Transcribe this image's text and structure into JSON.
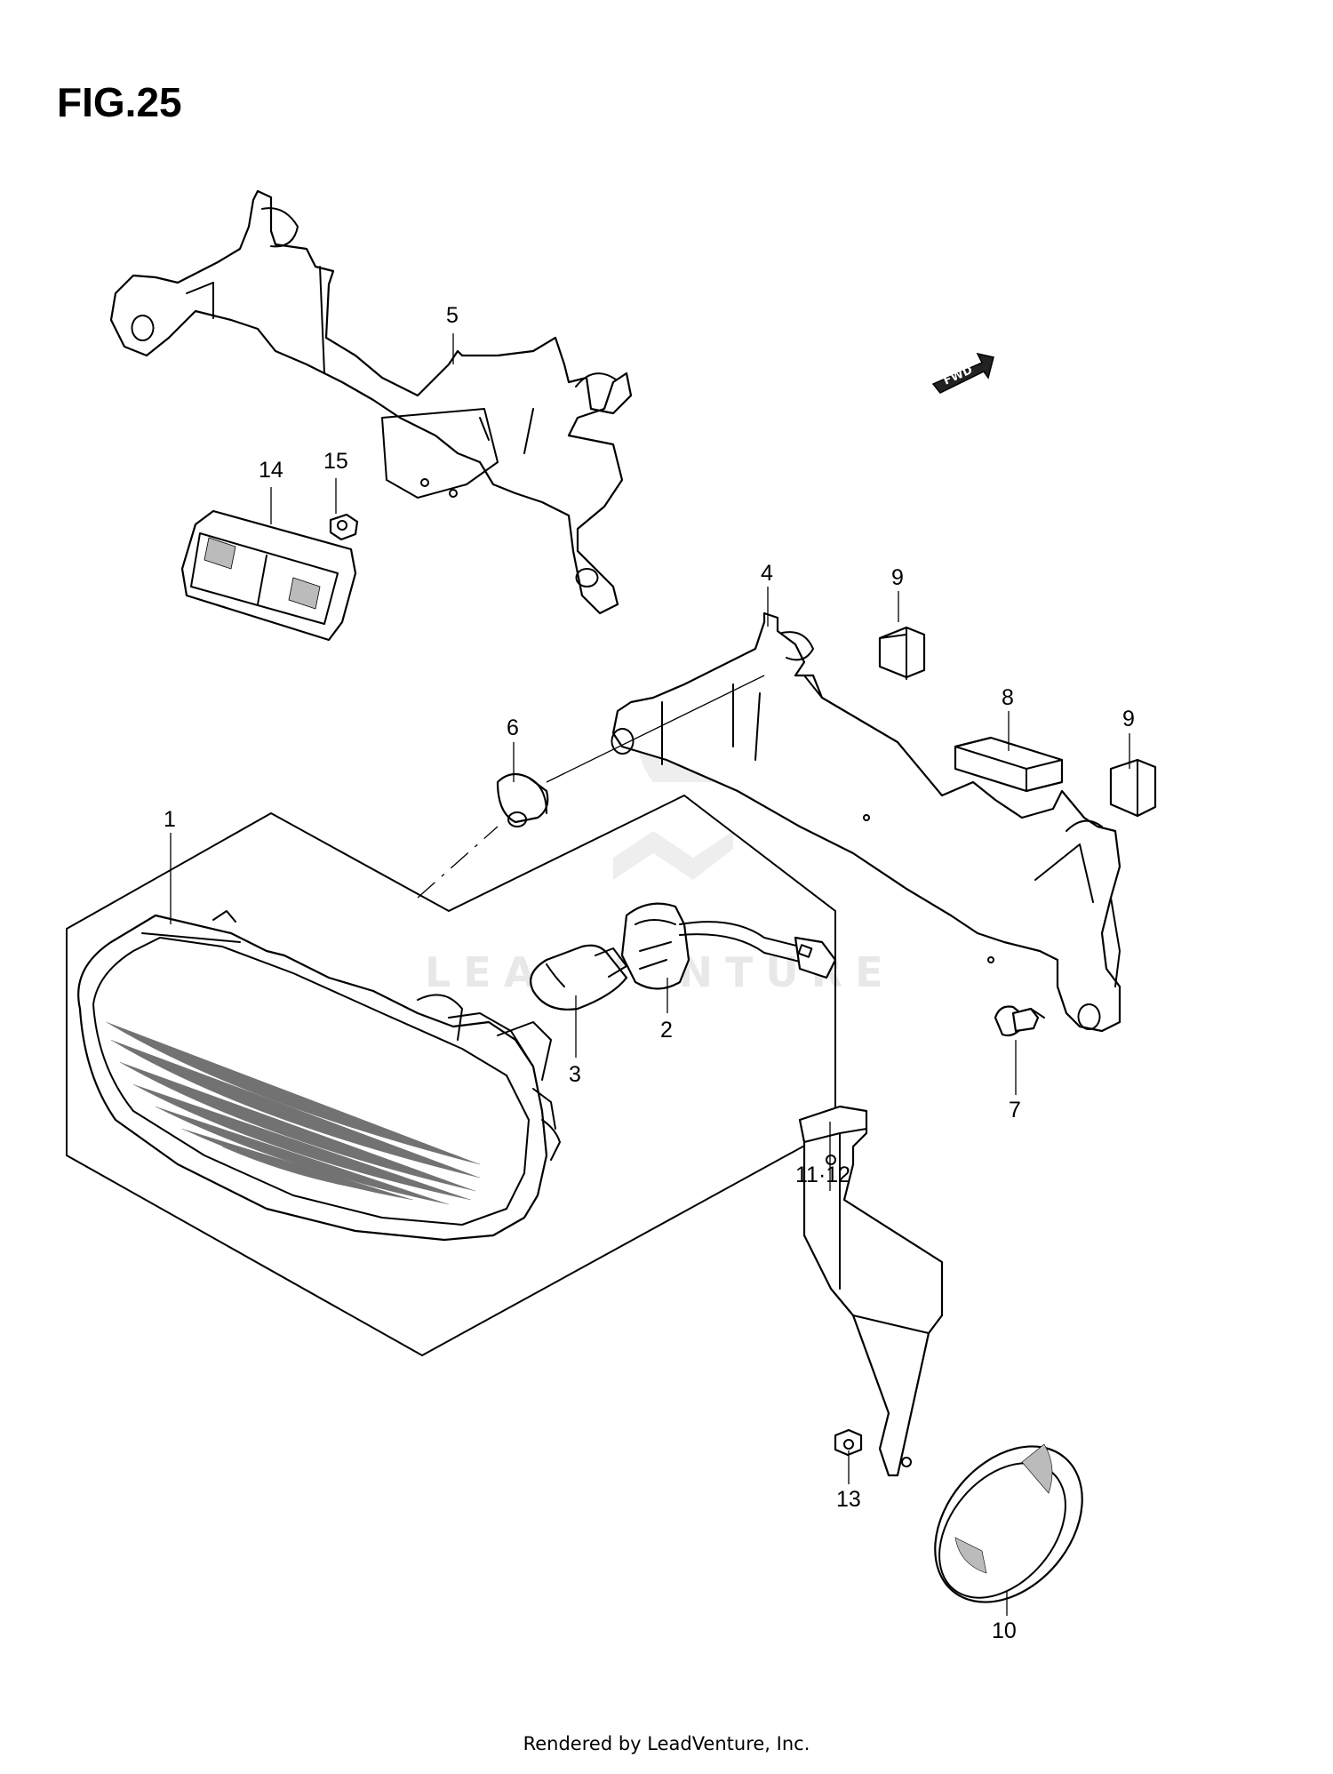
{
  "figure": {
    "title": "FIG.25"
  },
  "direction_badge": {
    "label": "FWD",
    "icon": "fwd-arrow-icon"
  },
  "watermark": {
    "text": "LEADVENTURE"
  },
  "callouts": [
    {
      "id": "c1",
      "label": "1"
    },
    {
      "id": "c2",
      "label": "2"
    },
    {
      "id": "c3",
      "label": "3"
    },
    {
      "id": "c4",
      "label": "4"
    },
    {
      "id": "c5",
      "label": "5"
    },
    {
      "id": "c6",
      "label": "6"
    },
    {
      "id": "c7",
      "label": "7"
    },
    {
      "id": "c8",
      "label": "8"
    },
    {
      "id": "c9a",
      "label": "9"
    },
    {
      "id": "c9b",
      "label": "9"
    },
    {
      "id": "c10",
      "label": "10"
    },
    {
      "id": "c1112",
      "label": "11·12"
    },
    {
      "id": "c13",
      "label": "13"
    },
    {
      "id": "c14",
      "label": "14"
    },
    {
      "id": "c15",
      "label": "15"
    }
  ],
  "footer": {
    "text": "Rendered by LeadVenture, Inc."
  }
}
